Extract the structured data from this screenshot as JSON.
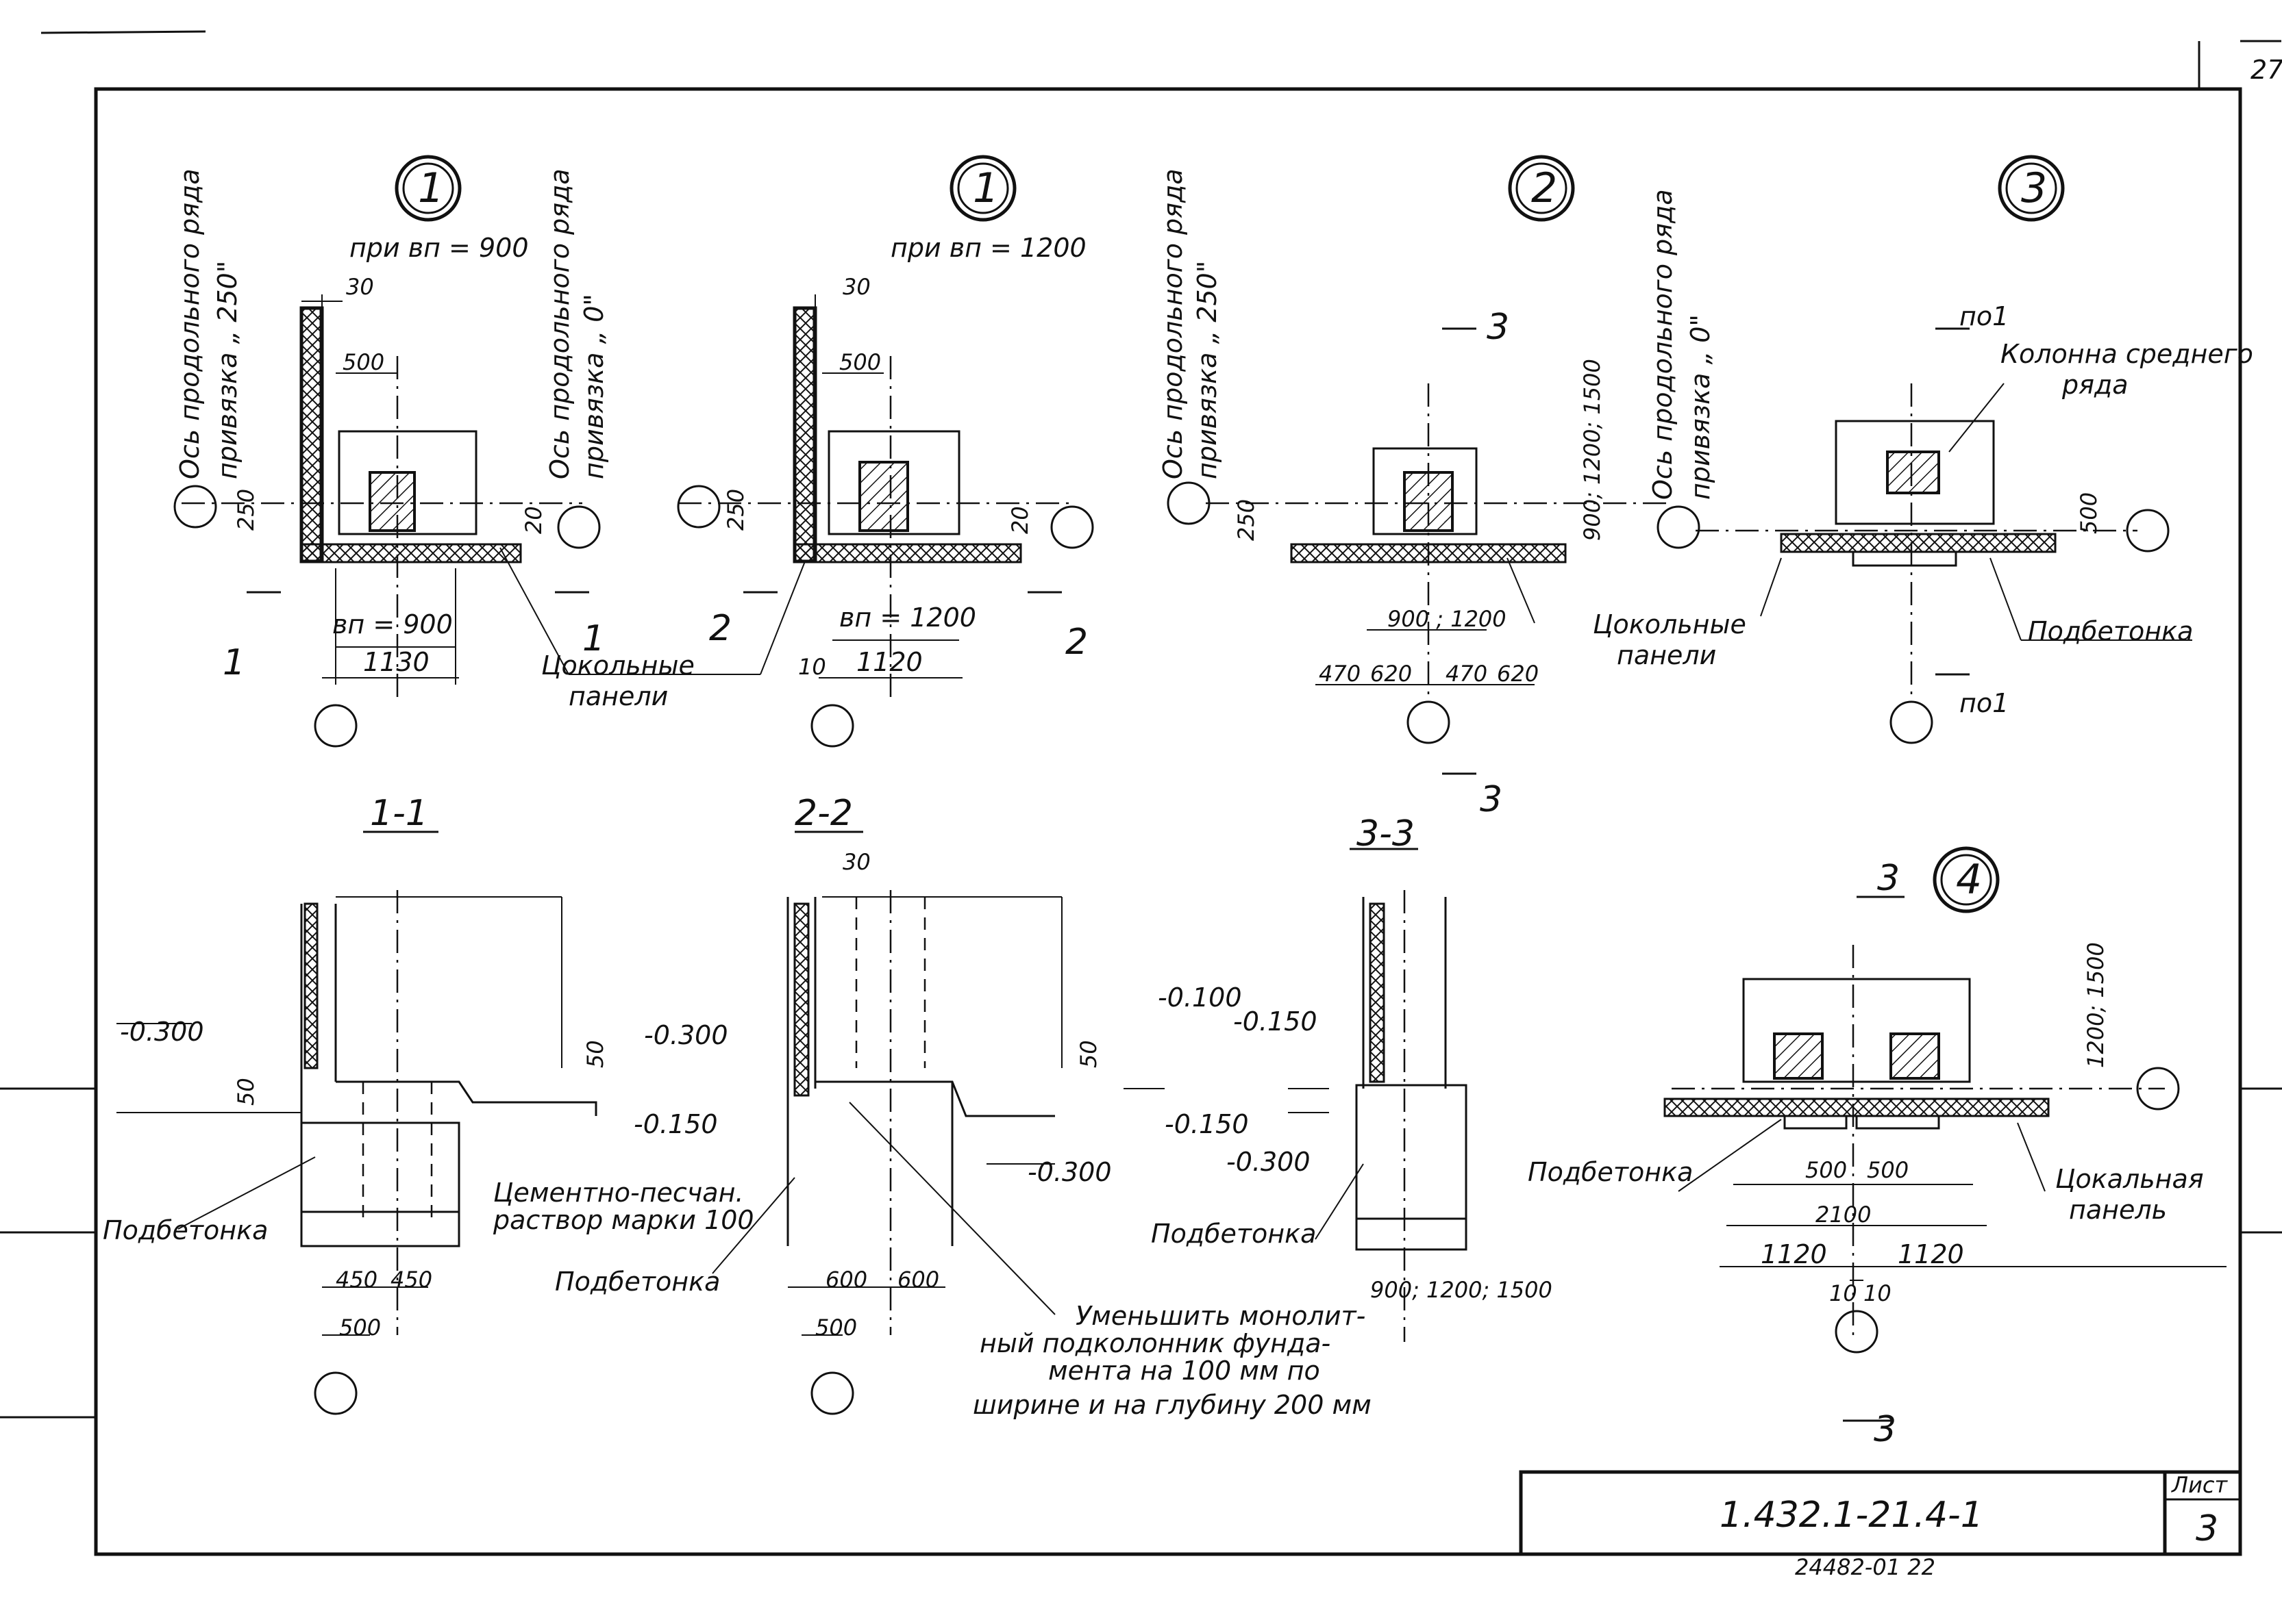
{
  "sheet": {
    "page_number": "27",
    "doc_code": "1.432.1-21.4-1",
    "sheet_label": "Лист",
    "sheet_number": "3",
    "archive_number": "24482-01  22"
  },
  "nodes": [
    {
      "mark": "1",
      "condition": "при вп = 900"
    },
    {
      "mark": "1",
      "condition": "при вп = 1200"
    },
    {
      "mark": "2"
    },
    {
      "mark": "3"
    },
    {
      "mark": "4"
    }
  ],
  "axis_labels": {
    "axis_250_a": "Ось продольного ряда",
    "axis_250_b": "привязка „ 250\"",
    "axis_0_a": "Ось продольного ряда",
    "axis_0_b": "привязка „ 0\""
  },
  "sections": {
    "s11": "1-1",
    "s22": "2-2",
    "s33": "3-3",
    "cut1": "1",
    "cut2": "2",
    "cut3": "3",
    "no1": "по1"
  },
  "notes": {
    "plinth_panels_a": "Цокольные",
    "plinth_panels_b": "панели",
    "plinth_panel_a": "Цокальная",
    "plinth_panel_b": "панель",
    "concrete_prep": "Подбетонка",
    "column_middle_a": "Колонна среднего",
    "column_middle_b": "ряда",
    "mortar_a": "Цементно-песчан.",
    "mortar_b": "раствор марки 100",
    "reduce_1": "Уменьшить монолит-",
    "reduce_2": "ный подколонник фунда-",
    "reduce_3": "мента на 100 мм по",
    "reduce_4": "ширине и на глубину 200 мм"
  },
  "dims": {
    "d30": "30",
    "d500": "500",
    "d250": "250",
    "d20": "20",
    "d50": "50",
    "vp900": "вп = 900",
    "vp1200": "вп = 1200",
    "d1130": "1130",
    "d1120": "1120",
    "d10": "10",
    "d900_1200": "900 ; 1200",
    "d470": "470",
    "d620": "620",
    "d900_1200_1500": "900; 1200; 1500",
    "d1200_1500": "1200; 1500",
    "d2100": "2100",
    "d450": "450",
    "d600": "600",
    "m0300": "-0.300",
    "m0150": "-0.150",
    "m0100": "-0.100"
  }
}
